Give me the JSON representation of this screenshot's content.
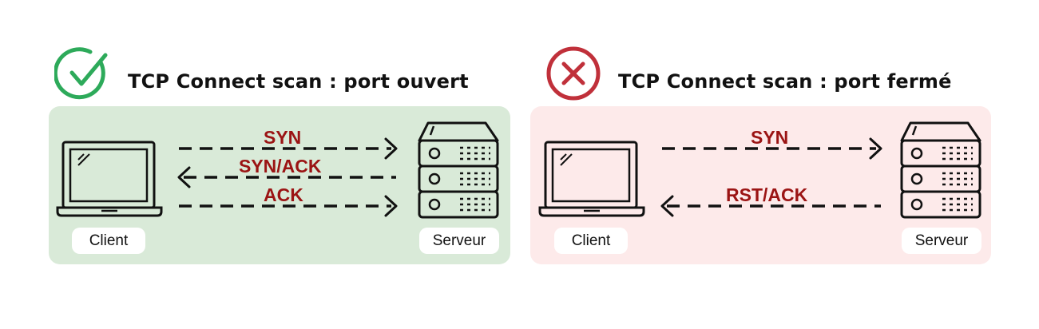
{
  "colors": {
    "open_panel": "#d9ead8",
    "closed_panel": "#fdeaea",
    "check": "#2daa5a",
    "cross": "#c0303a",
    "message": "#9b1414",
    "stroke": "#111111"
  },
  "panels": {
    "open": {
      "status_icon": "check-circle-icon",
      "title": "TCP Connect scan : port ouvert",
      "client_label": "Client",
      "server_label": "Serveur",
      "messages": [
        {
          "label": "SYN",
          "direction": "client-to-server"
        },
        {
          "label": "SYN/ACK",
          "direction": "server-to-client"
        },
        {
          "label": "ACK",
          "direction": "client-to-server"
        }
      ]
    },
    "closed": {
      "status_icon": "x-circle-icon",
      "title": "TCP Connect scan : port fermé",
      "client_label": "Client",
      "server_label": "Serveur",
      "messages": [
        {
          "label": "SYN",
          "direction": "client-to-server"
        },
        {
          "label": "RST/ACK",
          "direction": "server-to-client"
        }
      ]
    }
  }
}
